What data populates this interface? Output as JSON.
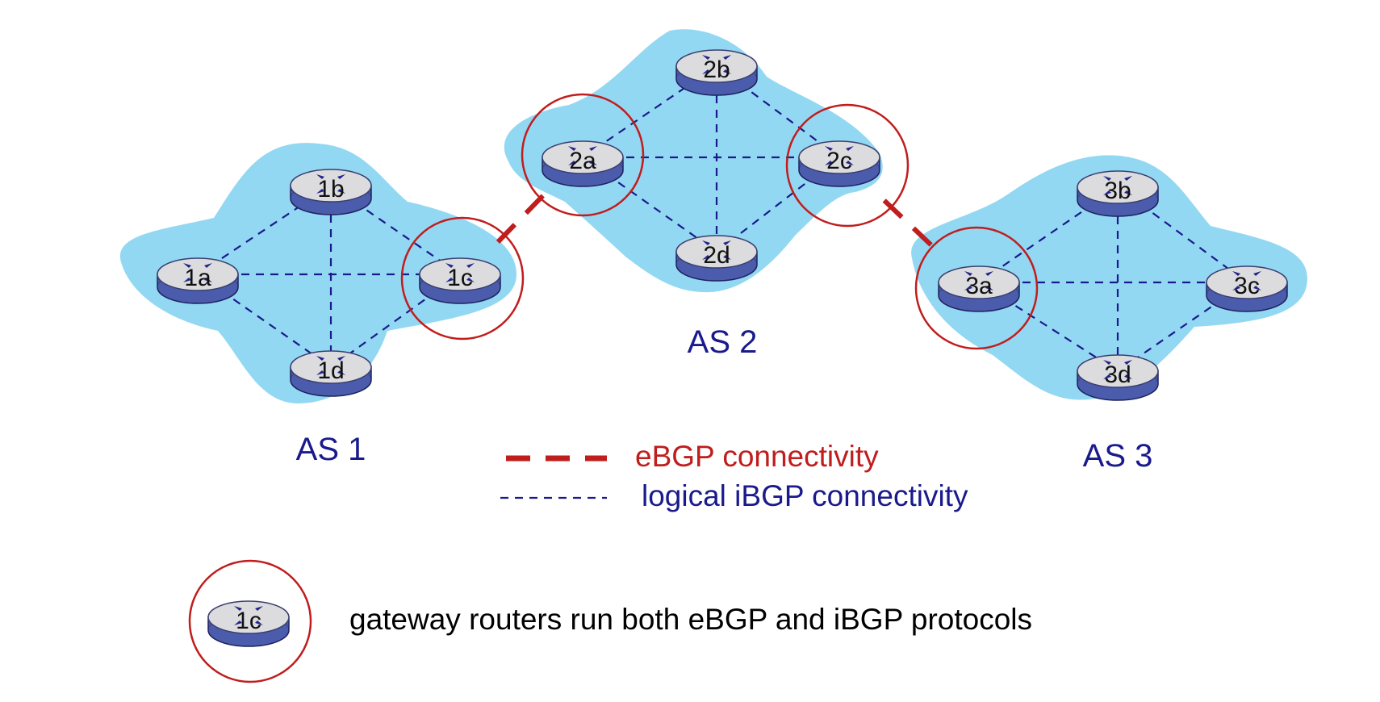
{
  "colors": {
    "cloud": "#93d8f2",
    "ibgp": "#1a1a8c",
    "ebgp": "#c01d1d",
    "gateway_circle": "#c01d1d",
    "as_label": "#1a1a8c",
    "router_body": "#4a5cab",
    "router_top": "#dcdcde",
    "router_marks": "#23238c"
  },
  "autonomous_systems": [
    {
      "id": "as1",
      "label": "AS 1",
      "routers": [
        "1a",
        "1b",
        "1c",
        "1d"
      ]
    },
    {
      "id": "as2",
      "label": "AS 2",
      "routers": [
        "2a",
        "2b",
        "2c",
        "2d"
      ]
    },
    {
      "id": "as3",
      "label": "AS 3",
      "routers": [
        "3a",
        "3b",
        "3c",
        "3d"
      ]
    }
  ],
  "routers": [
    {
      "id": "1a",
      "label": "1a",
      "gateway": false
    },
    {
      "id": "1b",
      "label": "1b",
      "gateway": false
    },
    {
      "id": "1c",
      "label": "1c",
      "gateway": true
    },
    {
      "id": "1d",
      "label": "1d",
      "gateway": false
    },
    {
      "id": "2a",
      "label": "2a",
      "gateway": true
    },
    {
      "id": "2b",
      "label": "2b",
      "gateway": false
    },
    {
      "id": "2c",
      "label": "2c",
      "gateway": true
    },
    {
      "id": "2d",
      "label": "2d",
      "gateway": false
    },
    {
      "id": "3a",
      "label": "3a",
      "gateway": true
    },
    {
      "id": "3b",
      "label": "3b",
      "gateway": false
    },
    {
      "id": "3c",
      "label": "3c",
      "gateway": false
    },
    {
      "id": "3d",
      "label": "3d",
      "gateway": false
    }
  ],
  "ibgp_links": [
    [
      "1a",
      "1b"
    ],
    [
      "1a",
      "1c"
    ],
    [
      "1a",
      "1d"
    ],
    [
      "1b",
      "1c"
    ],
    [
      "1b",
      "1d"
    ],
    [
      "1c",
      "1d"
    ],
    [
      "2a",
      "2b"
    ],
    [
      "2a",
      "2c"
    ],
    [
      "2a",
      "2d"
    ],
    [
      "2b",
      "2c"
    ],
    [
      "2b",
      "2d"
    ],
    [
      "2c",
      "2d"
    ],
    [
      "3a",
      "3b"
    ],
    [
      "3a",
      "3c"
    ],
    [
      "3a",
      "3d"
    ],
    [
      "3b",
      "3c"
    ],
    [
      "3b",
      "3d"
    ],
    [
      "3c",
      "3d"
    ]
  ],
  "ebgp_links": [
    [
      "1c",
      "2a"
    ],
    [
      "2c",
      "3a"
    ]
  ],
  "legend": {
    "ebgp_label": "eBGP connectivity",
    "ibgp_label": "logical iBGP connectivity",
    "gateway_router_label": "1c",
    "gateway_text": "gateway routers run both eBGP and iBGP protocols"
  }
}
